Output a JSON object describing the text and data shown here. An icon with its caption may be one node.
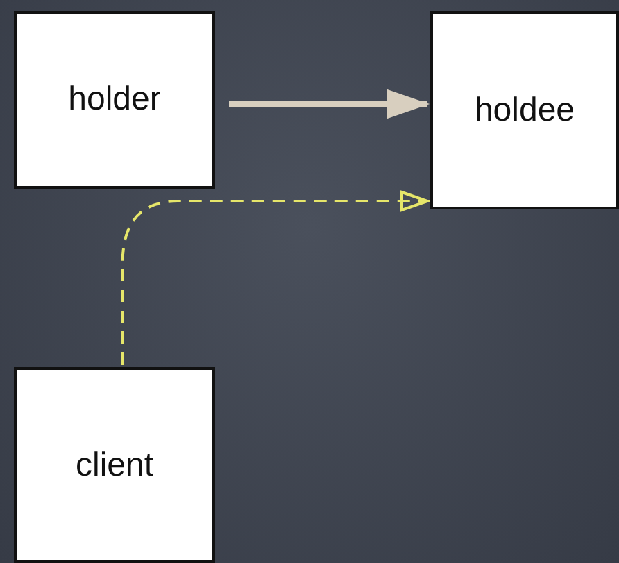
{
  "diagram": {
    "nodes": [
      {
        "text": [
          "holder"
        ]
      },
      {
        "text": [
          "holdee"
        ]
      },
      {
        "text": [
          "client"
        ]
      }
    ],
    "edges": [
      {
        "from": 0,
        "to": 1,
        "arrow": "to",
        "style": "thick"
      },
      {
        "from": 2,
        "to": 1,
        "arrow": "to",
        "style": "dashed",
        "color": "#e6e66a"
      }
    ]
  }
}
